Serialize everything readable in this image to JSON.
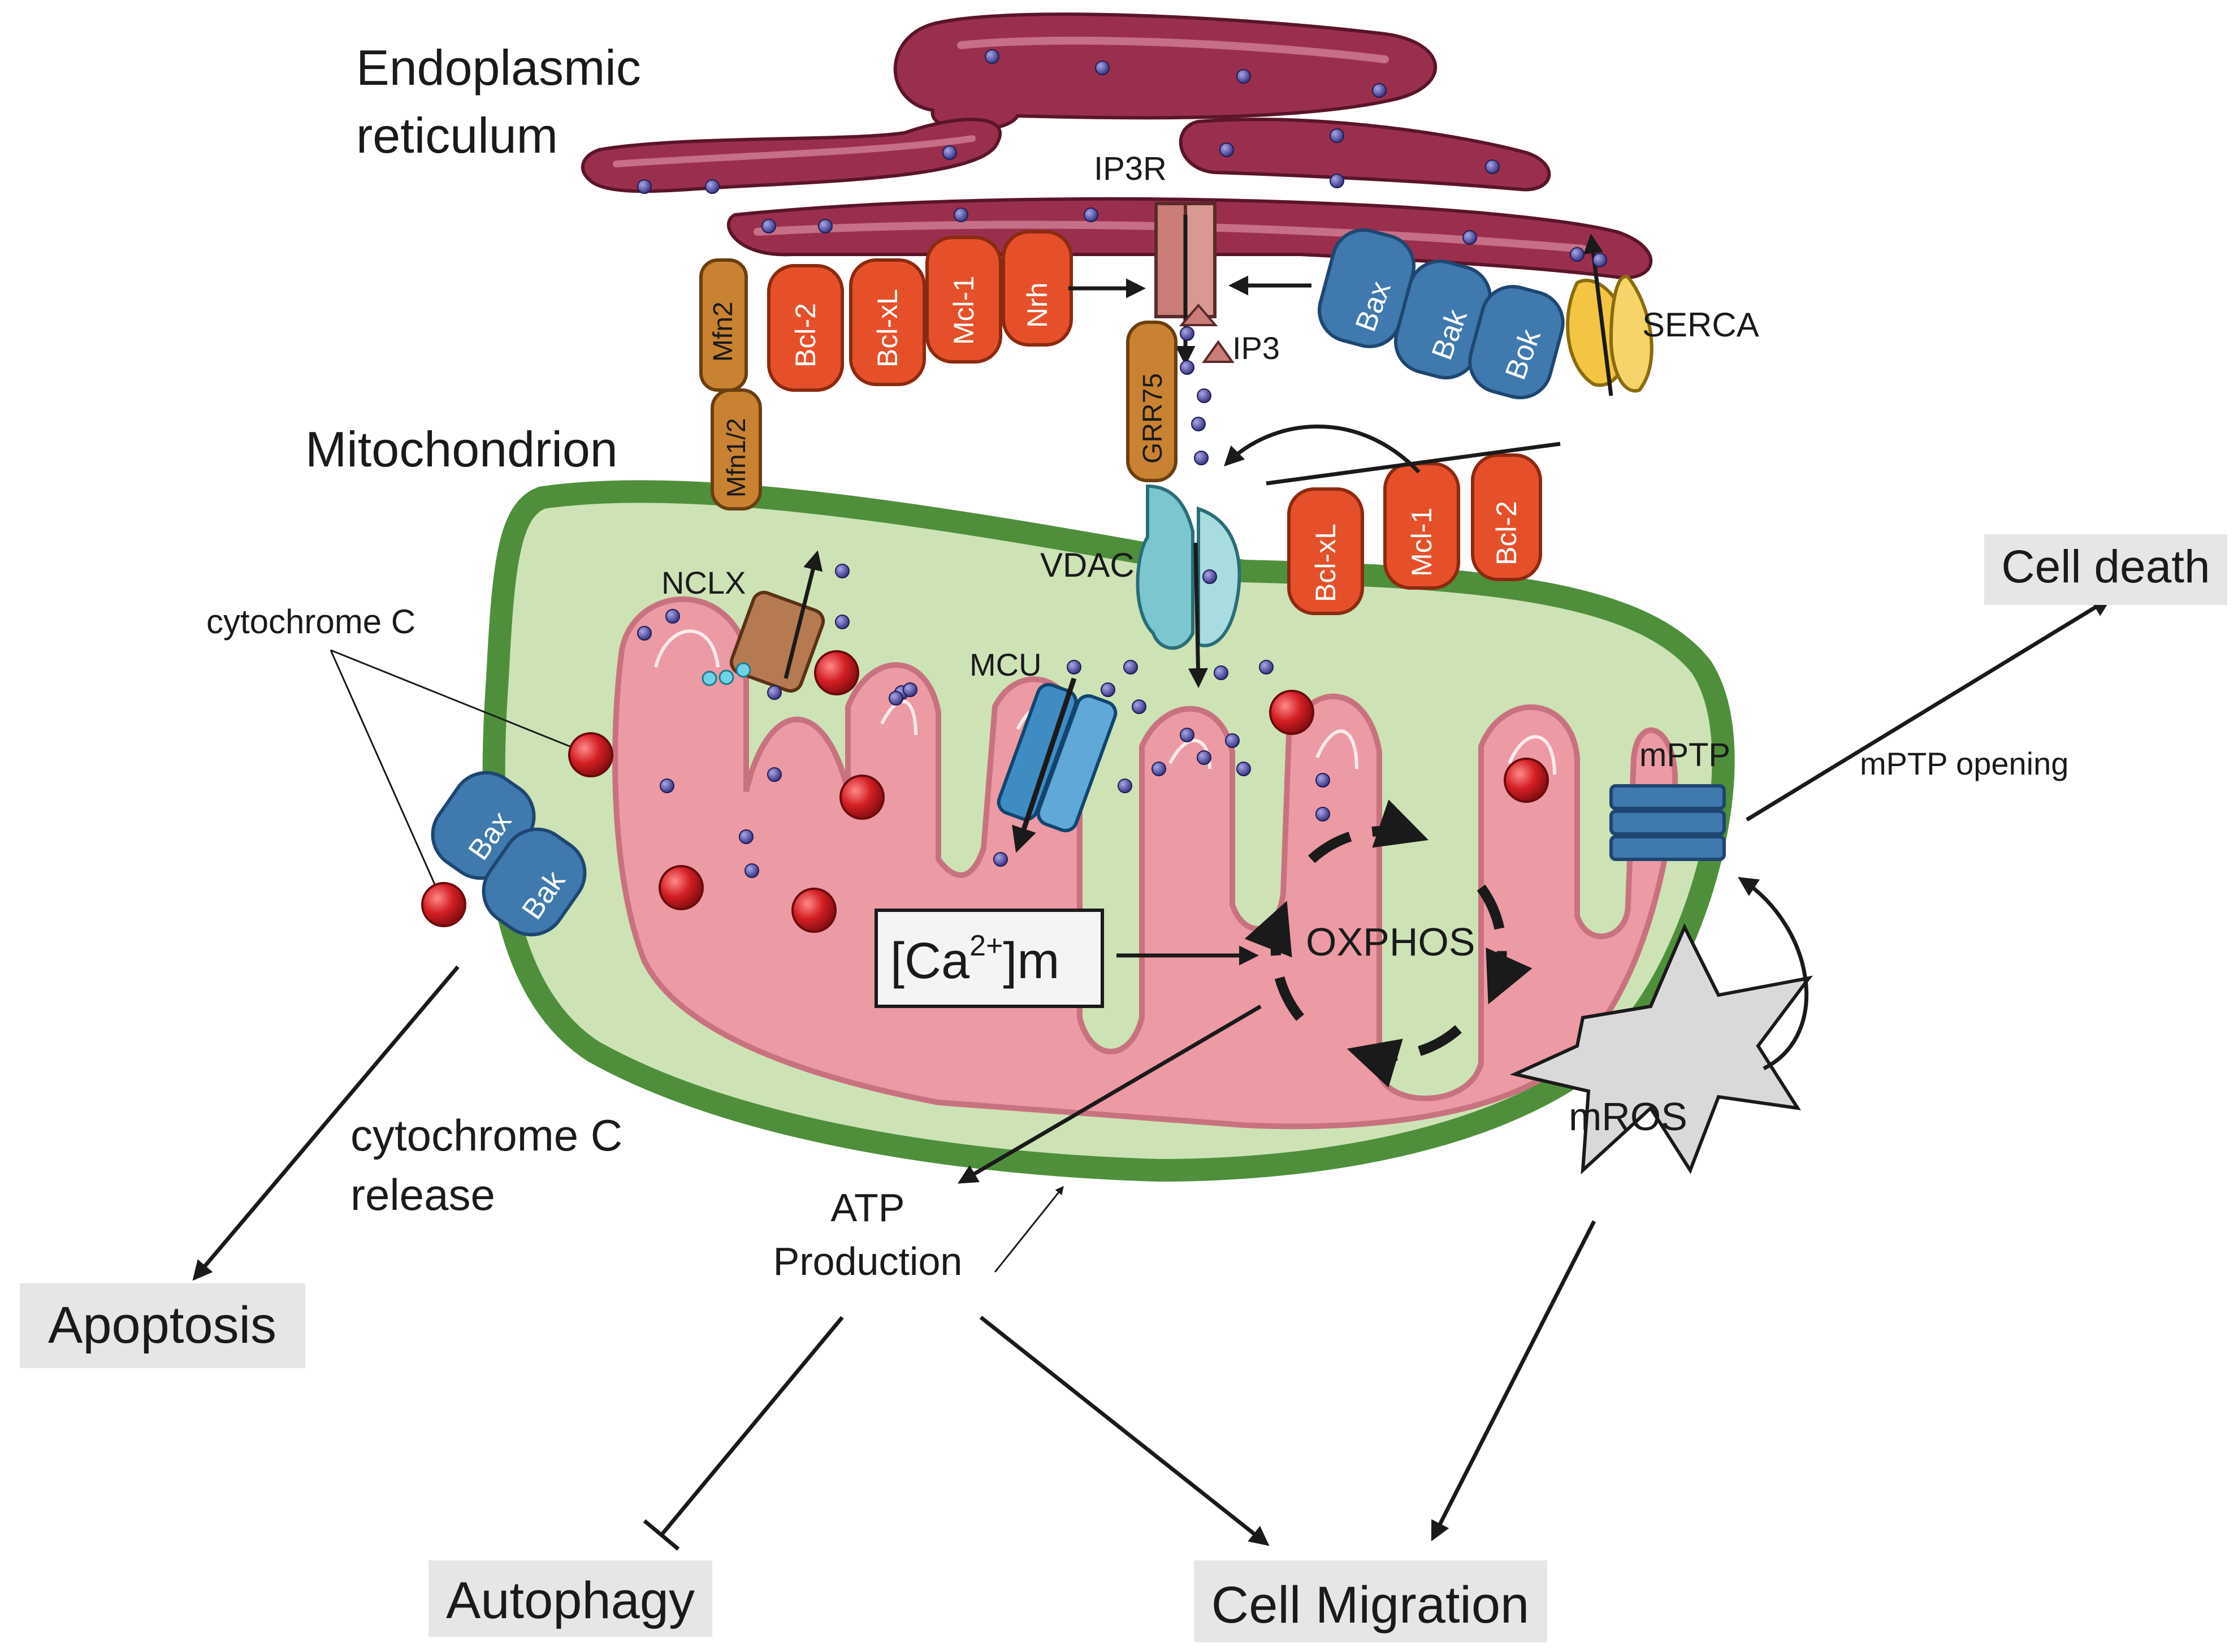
{
  "labels": {
    "er": [
      "Endoplasmic",
      "reticulum"
    ],
    "mito": "Mitochondrion",
    "ip3r": "IP3R",
    "ip3": "IP3",
    "serca": "SERCA",
    "vdac": "VDAC",
    "nclx": "NCLX",
    "mcu": "MCU",
    "mptp": "mPTP",
    "mptp_opening": "mPTP opening",
    "cytc": "cytochrome C",
    "cytc_release": [
      "cytochrome C",
      "release"
    ],
    "oxphos": "OXPHOS",
    "ca_m": {
      "pre": "[Ca",
      "sup": "2+",
      "post": "]m"
    },
    "atp": [
      "ATP",
      "Production"
    ],
    "mros": "mROS"
  },
  "er_proteins": {
    "tether": "Mfn2",
    "anti_apoptotic": [
      "Bcl-2",
      "Bcl-xL",
      "Mcl-1",
      "Nrh"
    ],
    "pro_apoptotic": [
      "Bax",
      "Bak",
      "Bok"
    ],
    "grp": "GRR75"
  },
  "mito_proteins": {
    "tether": "Mfn1/2",
    "anti_apoptotic": [
      "Bcl-xL",
      "Mcl-1",
      "Bcl-2"
    ],
    "pore": [
      "Bax",
      "Bak"
    ]
  },
  "outcomes": {
    "cell_death": "Cell death",
    "apoptosis": "Apoptosis",
    "autophagy": "Autophagy",
    "migration": "Cell Migration"
  },
  "colors": {
    "er_fill": "#9a2f4d",
    "mito_outer": "#5a9c45",
    "mito_matrix": "#cde3b6",
    "cristae": "#ec9aa4",
    "anti_apoptotic": "#e5502b",
    "pro_apoptotic": "#3f79ae",
    "tether": "#c98232",
    "calcium": "#4d4a97",
    "cytochrome": "#d41f24",
    "outcome_box": "#e6e6e6"
  }
}
